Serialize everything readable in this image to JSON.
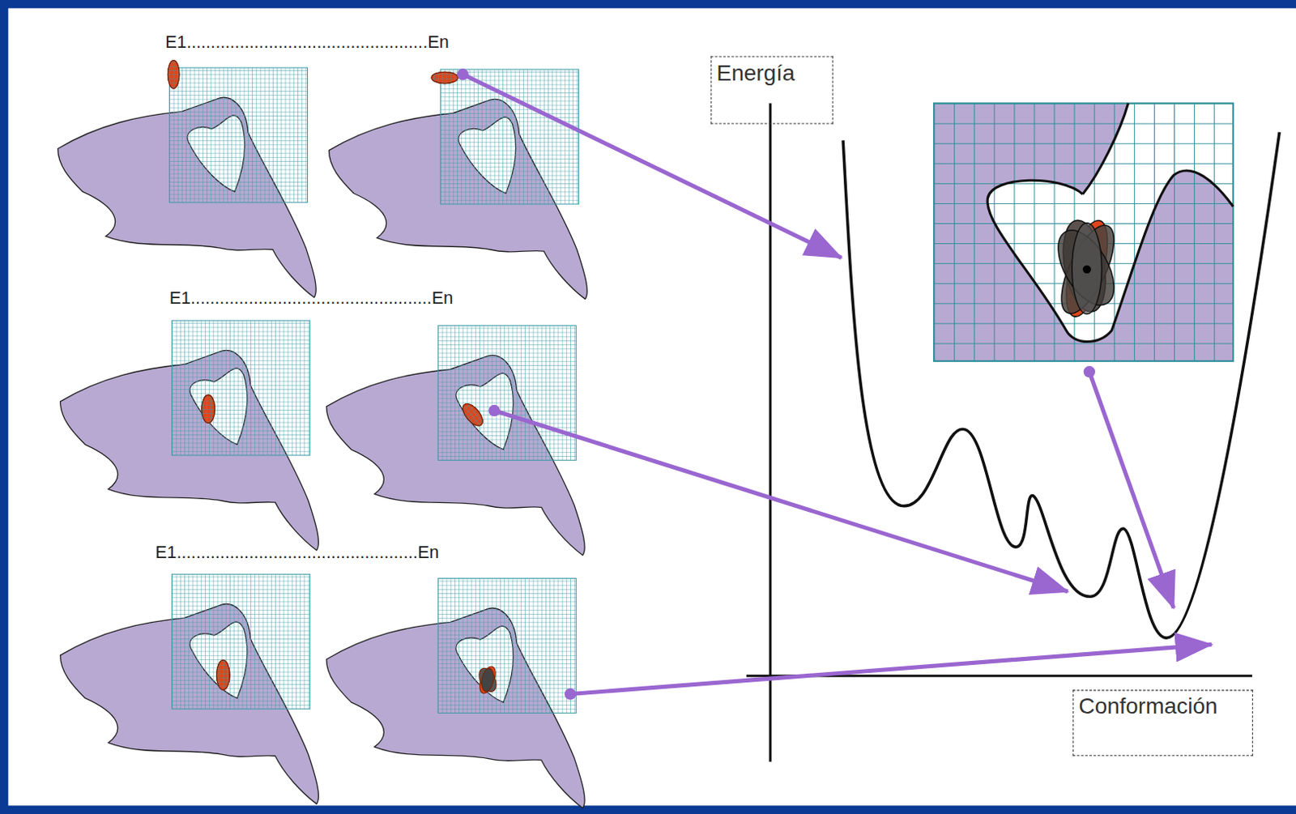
{
  "diagram": {
    "nodes": [
      {
        "text": [
          "Energía"
        ]
      },
      {
        "text": [
          "Conformación"
        ]
      }
    ],
    "labels": [
      "E1..................................................En",
      "E1..................................................En",
      "E1..................................................En"
    ]
  }
}
